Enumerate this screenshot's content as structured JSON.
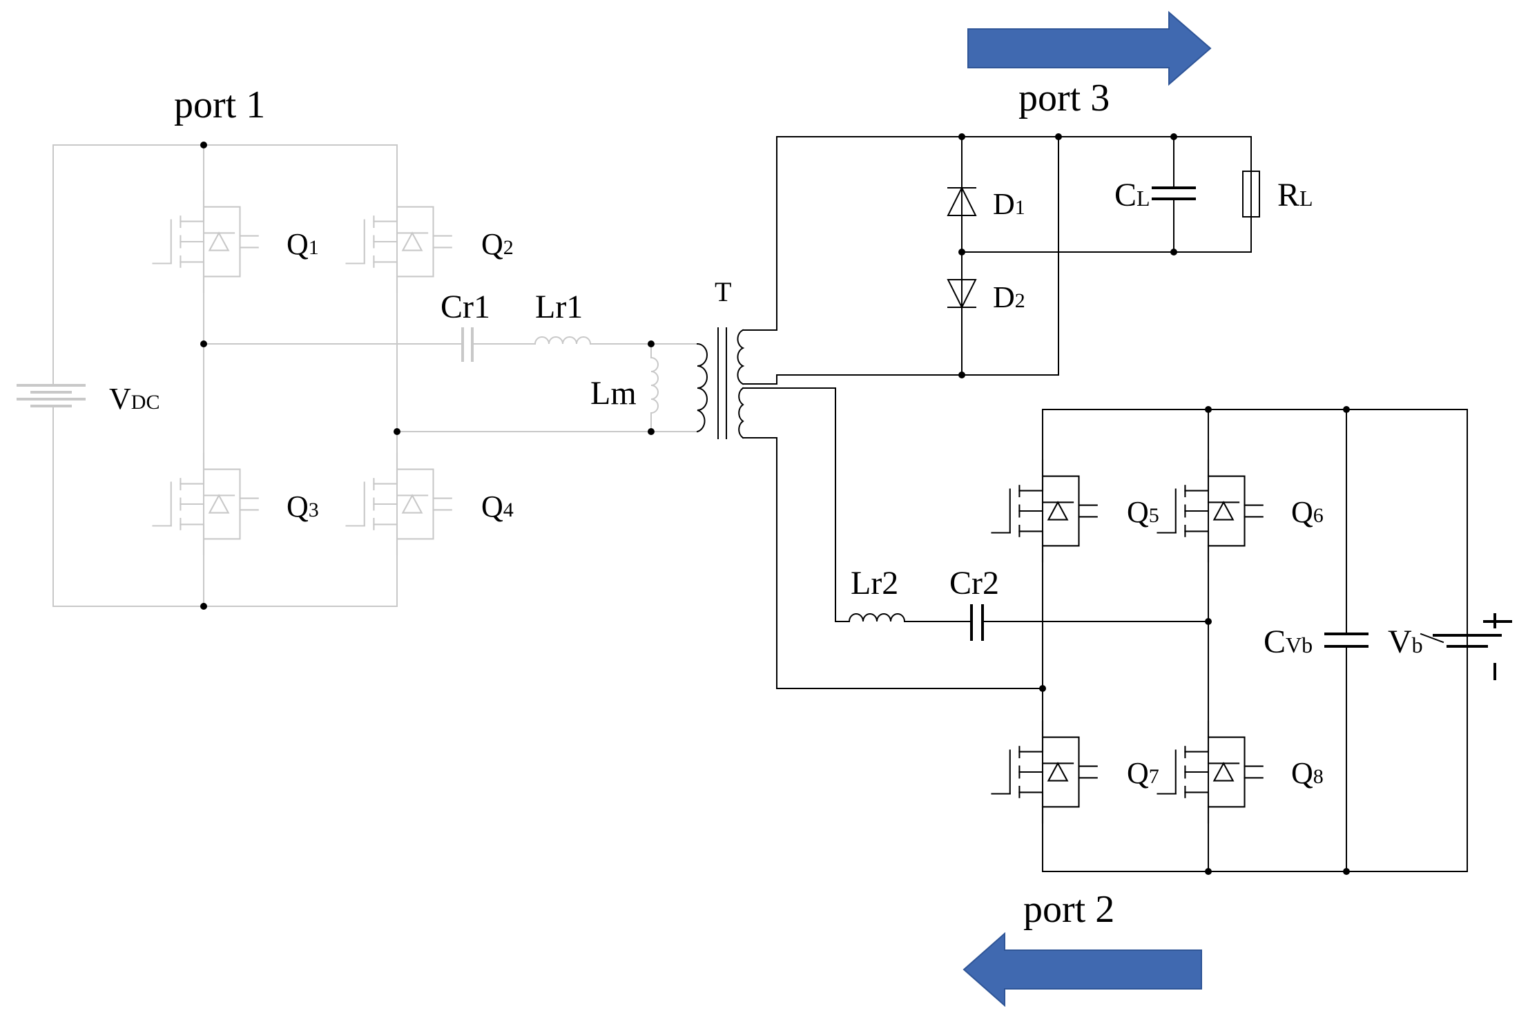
{
  "ports": {
    "port1": "port 1",
    "port2": "port 2",
    "port3": "port 3"
  },
  "labels": {
    "vdc_main": "V",
    "vdc_sub": "DC",
    "q1_main": "Q",
    "q1_sub": "1",
    "q2_main": "Q",
    "q2_sub": "2",
    "q3_main": "Q",
    "q3_sub": "3",
    "q4_main": "Q",
    "q4_sub": "4",
    "q5_main": "Q",
    "q5_sub": "5",
    "q6_main": "Q",
    "q6_sub": "6",
    "q7_main": "Q",
    "q7_sub": "7",
    "q8_main": "Q",
    "q8_sub": "8",
    "cr1": "Cr1",
    "lr1": "Lr1",
    "lm": "Lm",
    "t": "T",
    "d1_main": "D",
    "d1_sub": "1",
    "d2_main": "D",
    "d2_sub": "2",
    "cl_main": "C",
    "cl_sub": "L",
    "rl_main": "R",
    "rl_sub": "L",
    "lr2": "Lr2",
    "cr2": "Cr2",
    "cvb_main": "C",
    "cvb_sub": "Vb",
    "vb_main": "V",
    "vb_sub": "b",
    "plus": "+",
    "minus": "-"
  },
  "colors": {
    "active_wire": "#000000",
    "inactive_wire": "#c8c8c8",
    "arrow": "#4069b0",
    "arrow_border": "#2f5597"
  }
}
